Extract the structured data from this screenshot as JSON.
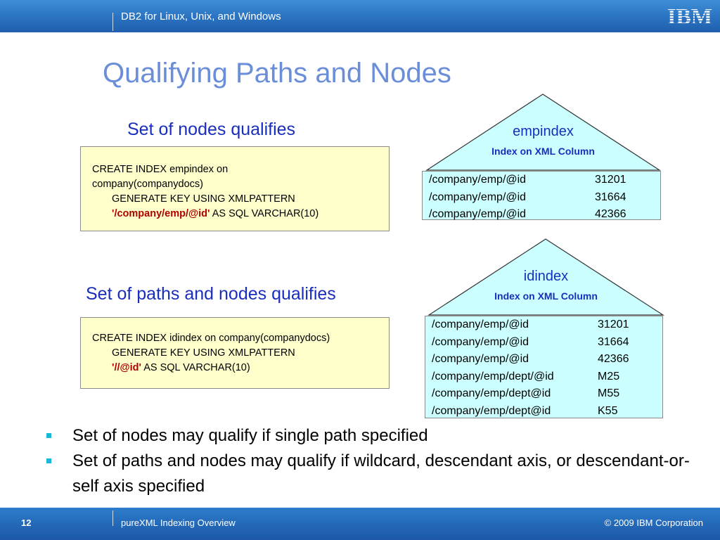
{
  "header": {
    "title": "DB2 for Linux, Unix, and Windows",
    "logo": "IBM"
  },
  "slide": {
    "title": "Qualifying Paths and Nodes",
    "section1": {
      "heading": "Set of nodes qualifies",
      "code": {
        "line1": "CREATE INDEX empindex on company(companydocs)",
        "line2": "GENERATE KEY USING XMLPATTERN",
        "line3_pattern": "'/company/emp/@id'",
        "line3_rest": " AS SQL VARCHAR(10)"
      },
      "index": {
        "name": "empindex",
        "subtitle": "Index on XML Column",
        "rows": [
          {
            "path": "/company/emp/@id",
            "value": "31201"
          },
          {
            "path": "/company/emp/@id",
            "value": "31664"
          },
          {
            "path": "/company/emp/@id",
            "value": "42366"
          }
        ]
      }
    },
    "section2": {
      "heading": "Set of paths and nodes qualifies",
      "code": {
        "line1": "CREATE INDEX idindex on company(companydocs)",
        "line2": "GENERATE KEY USING XMLPATTERN",
        "line3_pattern": "'//@id'",
        "line3_rest": " AS SQL VARCHAR(10)"
      },
      "index": {
        "name": "idindex",
        "subtitle": "Index on XML Column",
        "rows": [
          {
            "path": "/company/emp/@id",
            "value": "31201"
          },
          {
            "path": "/company/emp/@id",
            "value": "31664"
          },
          {
            "path": "/company/emp/@id",
            "value": "42366"
          },
          {
            "path": "/company/emp/dept/@id",
            "value": "M25"
          },
          {
            "path": "/company/emp/dept@id",
            "value": "M55"
          },
          {
            "path": "/company/emp/dept@id",
            "value": "K55"
          }
        ]
      }
    },
    "bullets": [
      "Set of nodes may qualify if single path specified",
      "Set of paths and nodes may qualify if wildcard, descendant axis, or descendant-or-self axis specified"
    ]
  },
  "footer": {
    "page": "12",
    "title": "pureXML Indexing Overview",
    "copyright": "© 2009 IBM Corporation"
  },
  "colors": {
    "title": "#6b8ed8",
    "heading": "#1a2ebd",
    "code_bg": "#ffffcc",
    "index_bg": "#ccffff",
    "highlight": "#b00000",
    "bullet": "#1bb7d6",
    "bar": "#2a72c0"
  }
}
